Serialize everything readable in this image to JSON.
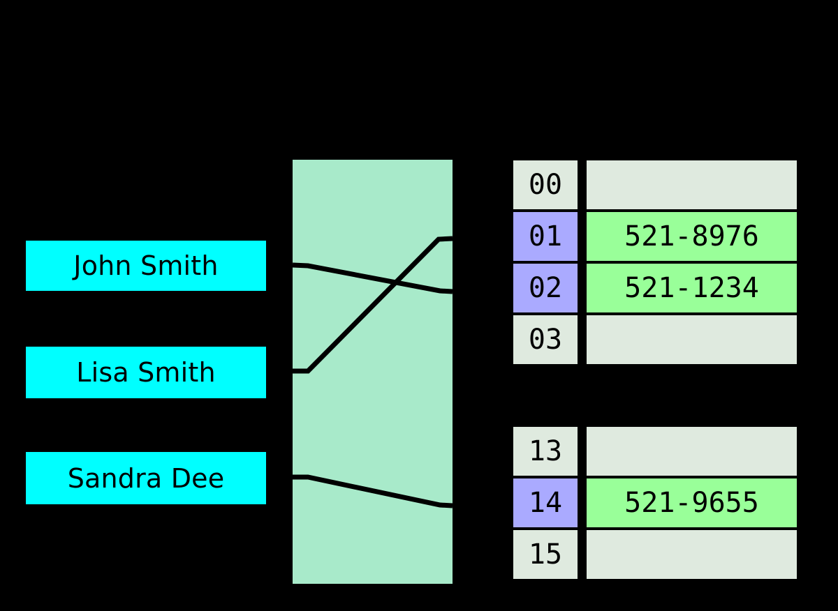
{
  "diagram": {
    "title": "hash-table-diagram",
    "colors": {
      "background": "#000000",
      "key_box": "#00ffff",
      "hash_function": "#a8eaca",
      "bucket_empty_index": "#dfeadf",
      "bucket_filled_index": "#aaaaff",
      "bucket_empty_value": "#dfeadf",
      "bucket_filled_value": "#99ff99",
      "connector": "#000000"
    }
  },
  "keys": [
    {
      "label": "John Smith"
    },
    {
      "label": "Lisa Smith"
    },
    {
      "label": "Sandra Dee"
    }
  ],
  "hash_function": {
    "label": ""
  },
  "buckets": {
    "top_table": [
      {
        "index": "00",
        "value": "",
        "filled": false
      },
      {
        "index": "01",
        "value": "521-8976",
        "filled": true
      },
      {
        "index": "02",
        "value": "521-1234",
        "filled": true
      },
      {
        "index": "03",
        "value": "",
        "filled": false
      }
    ],
    "bottom_table": [
      {
        "index": "13",
        "value": "",
        "filled": false
      },
      {
        "index": "14",
        "value": "521-9655",
        "filled": true
      },
      {
        "index": "15",
        "value": "",
        "filled": false
      }
    ]
  },
  "mappings": [
    {
      "from": "John Smith",
      "to": "02"
    },
    {
      "from": "Lisa Smith",
      "to": "01"
    },
    {
      "from": "Sandra Dee",
      "to": "14"
    }
  ]
}
